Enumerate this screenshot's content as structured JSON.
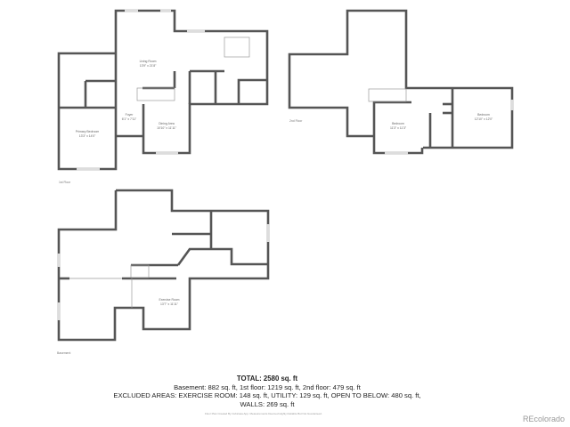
{
  "floors": [
    {
      "label": "1st Floor",
      "rooms": [
        {
          "name": "Living Room",
          "size": "13'9\" x 21'8\""
        },
        {
          "name": "Foyer",
          "size": "6'1\" x 7'11\""
        },
        {
          "name": "Dining Area",
          "size": "10'10\" x 11'11\""
        },
        {
          "name": "Primary Bedroom",
          "size": "13'3\" x 14'0\""
        }
      ]
    },
    {
      "label": "2nd Floor",
      "rooms": [
        {
          "name": "Bedroom",
          "size": "11'3\" x 11'3\""
        },
        {
          "name": "Bedroom",
          "size": "12'10\" x 12'0\""
        }
      ]
    },
    {
      "label": "Basement",
      "rooms": [
        {
          "name": "Exercise Room",
          "size": "13'7\" x 11'11\""
        }
      ]
    }
  ],
  "summary": {
    "total": "TOTAL: 2580 sq. ft",
    "line1": "Basement: 882 sq. ft, 1st floor: 1219 sq. ft, 2nd floor: 479 sq. ft",
    "line2": "EXCLUDED AREAS: EXERCISE ROOM: 148 sq. ft, UTILITY: 129 sq. ft, OPEN TO BELOW: 480 sq. ft,",
    "line3": "WALLS: 269 sq. ft"
  },
  "credit": "Floor Plan Created By Cubicasa App. Measurements Deemed Highly Reliable But Not Guaranteed.",
  "brand": "REcolorado",
  "colors": {
    "wall": "#555555"
  }
}
